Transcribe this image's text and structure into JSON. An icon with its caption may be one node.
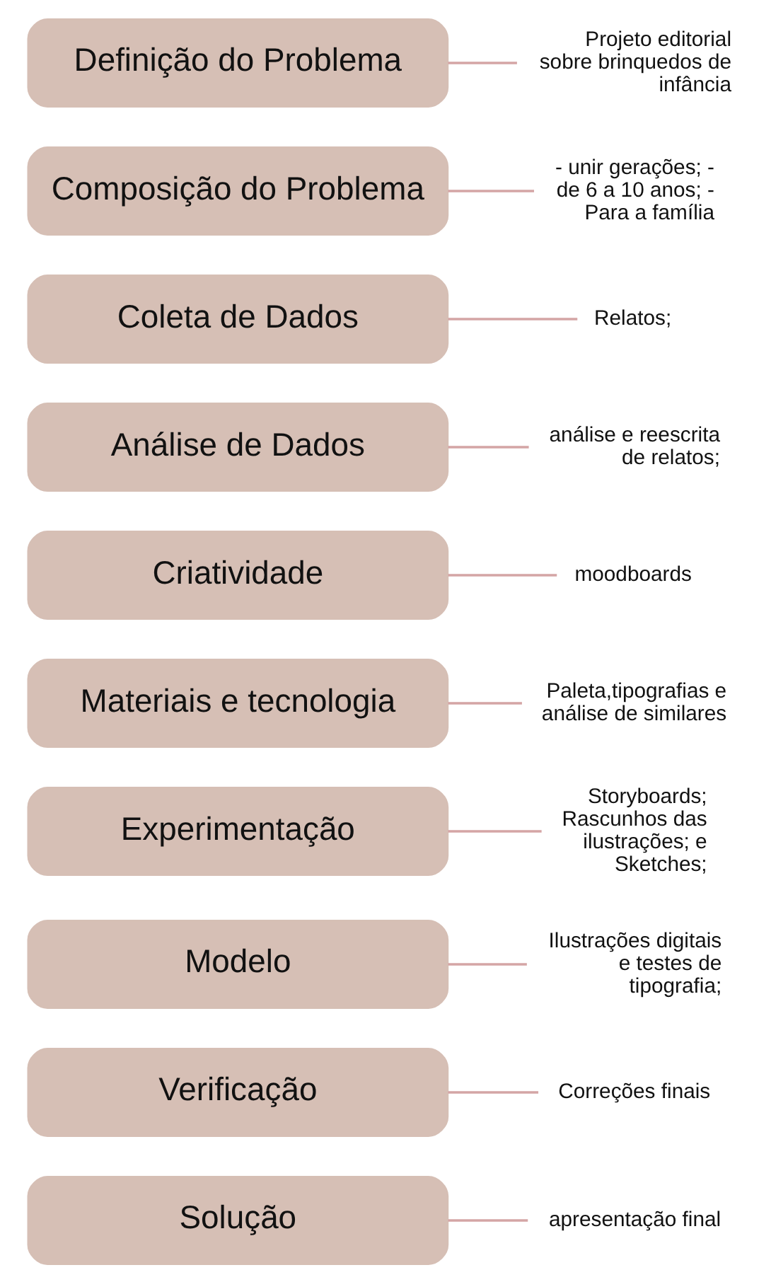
{
  "diagram": {
    "nodes": [
      {
        "text": [
          "Definição do Problema"
        ]
      },
      {
        "text": [
          "Composição do Problema"
        ]
      },
      {
        "text": [
          "Coleta de Dados"
        ]
      },
      {
        "text": [
          "Análise de Dados"
        ]
      },
      {
        "text": [
          "Criatividade"
        ]
      },
      {
        "text": [
          "Materiais e tecnologia"
        ]
      },
      {
        "text": [
          "Experimentação"
        ]
      },
      {
        "text": [
          "Modelo"
        ]
      },
      {
        "text": [
          "Verificação"
        ]
      },
      {
        "text": [
          "Solução"
        ]
      },
      {
        "text": [
          "Projeto editorial sobre brinquedos de infância"
        ]
      },
      {
        "text": [
          "- unir gerações; - de 6 a 10 anos; - Para a família"
        ]
      },
      {
        "text": [
          "Relatos;"
        ]
      },
      {
        "text": [
          "análise e reescrita de relatos;"
        ]
      },
      {
        "text": [
          "moodboards"
        ]
      },
      {
        "text": [
          "Paleta,tipografias e análise de similares"
        ]
      },
      {
        "text": [
          "Storyboards; Rascunhos das ilustrações; e Sketches;"
        ]
      },
      {
        "text": [
          "Ilustrações digitais e testes de tipografia;"
        ]
      },
      {
        "text": [
          "Correções finais"
        ]
      },
      {
        "text": [
          "apresentação final"
        ]
      }
    ],
    "edges": [
      {
        "from": 0,
        "to": 10,
        "arrow": "none"
      },
      {
        "from": 1,
        "to": 11,
        "arrow": "none"
      },
      {
        "from": 2,
        "to": 12,
        "arrow": "none"
      },
      {
        "from": 3,
        "to": 13,
        "arrow": "none"
      },
      {
        "from": 4,
        "to": 14,
        "arrow": "none"
      },
      {
        "from": 5,
        "to": 15,
        "arrow": "none"
      },
      {
        "from": 6,
        "to": 16,
        "arrow": "none"
      },
      {
        "from": 7,
        "to": 17,
        "arrow": "none"
      },
      {
        "from": 8,
        "to": 18,
        "arrow": "none"
      },
      {
        "from": 9,
        "to": 19,
        "arrow": "none"
      }
    ]
  }
}
